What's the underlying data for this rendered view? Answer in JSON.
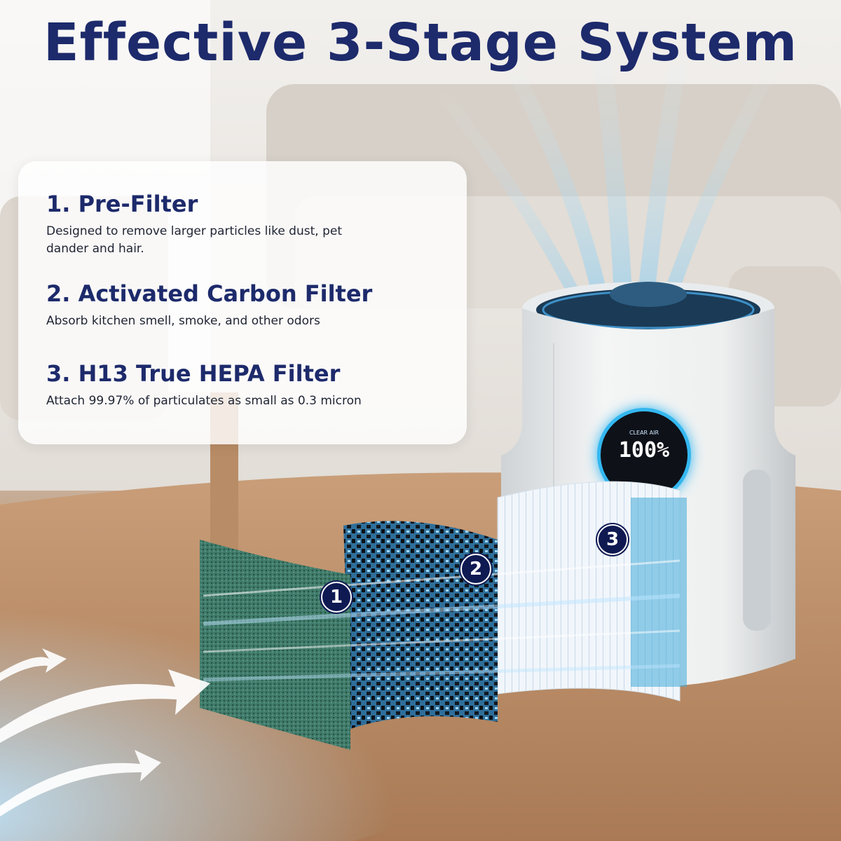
{
  "headline": "Effective 3-Stage System",
  "stages": [
    {
      "title": "1. Pre-Filter",
      "description": "Designed to remove larger particles like dust, pet dander and hair."
    },
    {
      "title": "2. Activated Carbon Filter",
      "description": "Absorb kitchen smell, smoke, and other odors"
    },
    {
      "title": "3. H13 True HEPA Filter",
      "description": "Attach 99.97% of particulates as small as 0.3 micron"
    }
  ],
  "display": {
    "label": "CLEAR AIR",
    "value": "100%"
  },
  "badges": [
    "1",
    "2",
    "3"
  ],
  "colors": {
    "heading": "#1d2a6b",
    "badge": "#0f1a52",
    "display_ring": "#34b7f0",
    "airflow": "#4db8ff"
  },
  "icons": [
    "airflow-arrow-icon"
  ]
}
